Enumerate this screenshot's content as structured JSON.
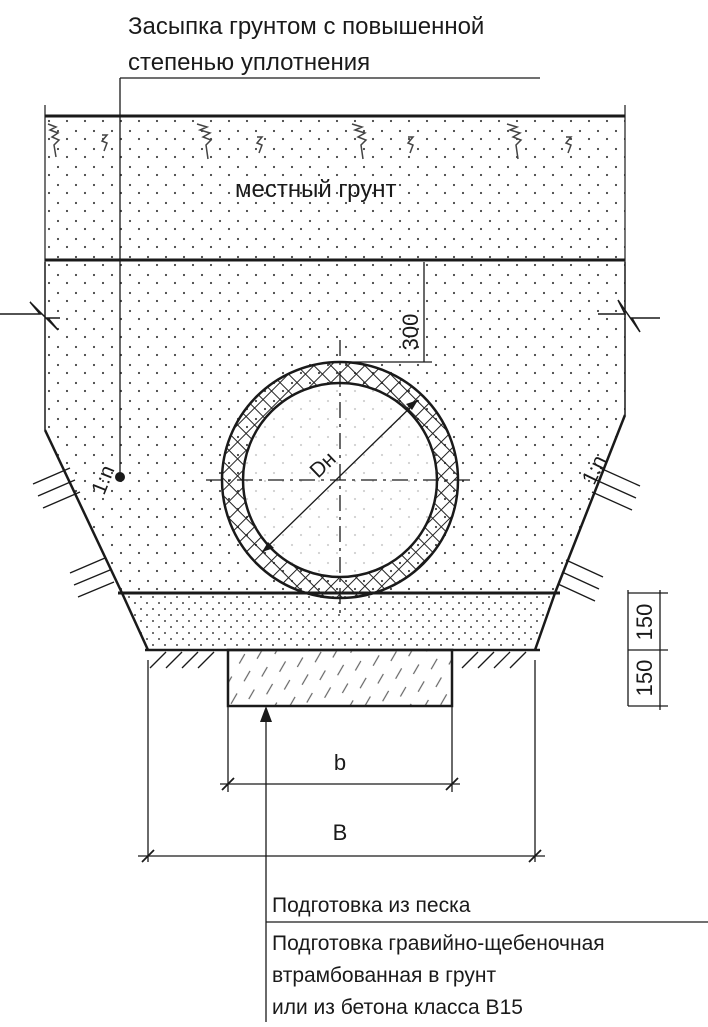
{
  "labels": {
    "top_note_line1": "Засыпка грунтом с повышенной",
    "top_note_line2": "степенью уплотнения",
    "local_soil": "местный грунт",
    "slope_left": "1:n",
    "slope_right": "1:n",
    "pipe_diameter": "Dн",
    "bottom_note_1": "Подготовка из песка",
    "bottom_note_2_line1": "Подготовка гравийно-щебеночная",
    "bottom_note_2_line2": "втрамбованная в грунт",
    "bottom_note_2_line3": "или из бетона класса В15"
  },
  "dimensions": {
    "cover_above_pipe": "300",
    "sand_layer": "150",
    "base_layer": "150",
    "base_width": "b",
    "trench_width": "B"
  },
  "colors": {
    "line": "#1a1a1a",
    "hatch": "#2a2a2a"
  }
}
